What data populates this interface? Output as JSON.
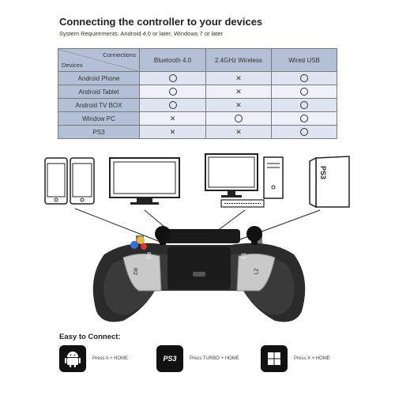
{
  "header": {
    "title": "Connecting the controller to your devices",
    "subtitle": "System Requirements: Android 4.0 or later, Windows 7 or later"
  },
  "table": {
    "corner_top": "Connections",
    "corner_bottom": "Devices",
    "columns": [
      "Bluetooth 4.0",
      "2.4GHz Wireless",
      "Wired USB"
    ],
    "rows": [
      {
        "label": "Android Phone",
        "cells": [
          "O",
          "X",
          "O"
        ]
      },
      {
        "label": "Android Tablet",
        "cells": [
          "O",
          "X",
          "O"
        ]
      },
      {
        "label": "Android TV BOX",
        "cells": [
          "O",
          "X",
          "O"
        ]
      },
      {
        "label": "Window PC",
        "cells": [
          "X",
          "O",
          "O"
        ]
      },
      {
        "label": "PS3",
        "cells": [
          "X",
          "X",
          "O"
        ]
      }
    ]
  },
  "controller": {
    "labels": {
      "r1": "R1",
      "r2": "R2",
      "l1": "L1",
      "l2": "L2"
    }
  },
  "easy": {
    "heading": "Easy to Connect:",
    "items": [
      {
        "icon": "android-icon",
        "text": "Press A + HOME"
      },
      {
        "icon": "ps3-icon",
        "icon_text": "PS3",
        "text": "Press TURBO + HOME"
      },
      {
        "icon": "windows-icon",
        "text": "Press X + HOME"
      }
    ]
  }
}
